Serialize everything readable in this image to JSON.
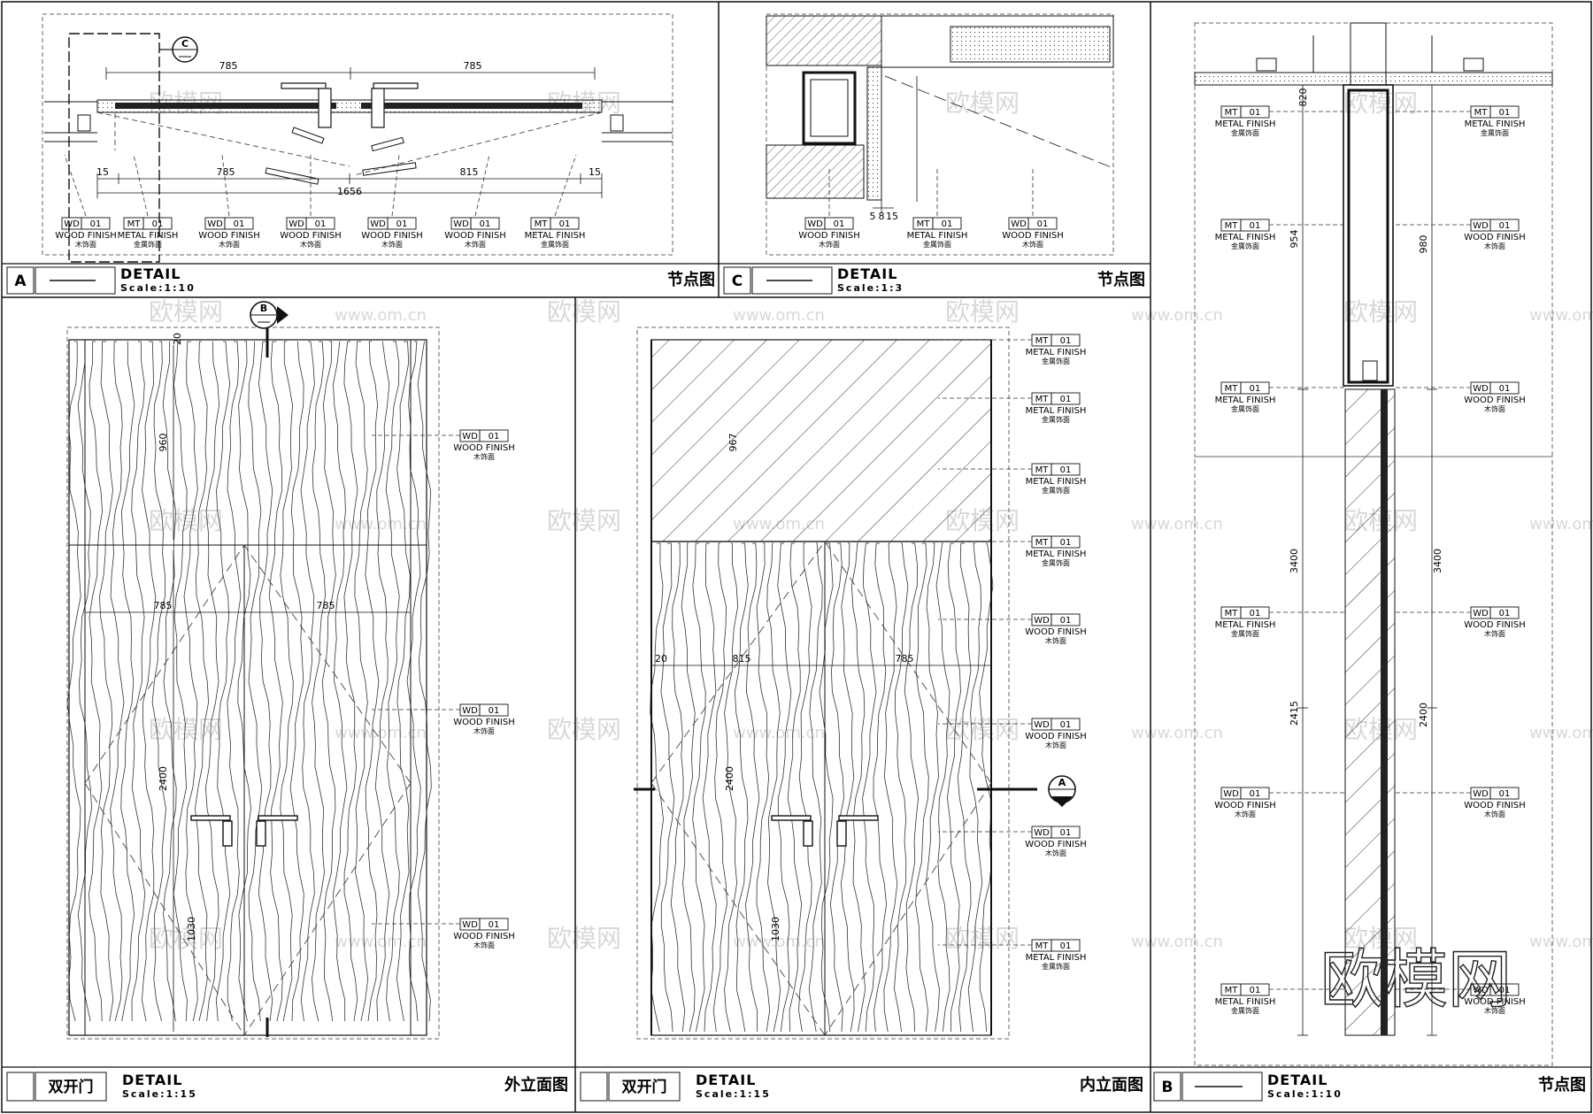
{
  "watermark": {
    "small": "欧模网",
    "url": "www.om.cn",
    "large": "欧模网"
  },
  "panels": {
    "A": {
      "id": "A",
      "title": "DETAIL",
      "scale": "Scale:1:10",
      "label": "节点图",
      "dims": [
        "785",
        "785",
        "785",
        "815",
        "1656",
        "15",
        "15"
      ]
    },
    "C": {
      "id": "C",
      "title": "DETAIL",
      "scale": "Scale:1:3",
      "label": "节点图",
      "dims": [
        "5",
        "8",
        "15"
      ]
    },
    "B": {
      "id": "B",
      "title": "DETAIL",
      "scale": "Scale:1:10",
      "label": "节点图",
      "dims": [
        "820",
        "954",
        "980",
        "3400",
        "3400",
        "2415",
        "2400"
      ]
    },
    "ext": {
      "id": "双开门",
      "title": "DETAIL",
      "scale": "Scale:1:15",
      "label": "外立面图",
      "dims": [
        "20",
        "960",
        "785",
        "785",
        "2400",
        "1030"
      ]
    },
    "int": {
      "id": "双开门",
      "title": "DETAIL",
      "scale": "Scale:1:15",
      "label": "内立面图",
      "dims": [
        "967",
        "20",
        "815",
        "785",
        "2400",
        "1030"
      ]
    }
  },
  "markers": {
    "section_b": "B",
    "section_c": "C",
    "section_a": "A"
  },
  "tags": {
    "wd": {
      "code": "WD",
      "num": "01",
      "en": "WOOD  FINISH",
      "cn": "木饰面"
    },
    "mt": {
      "code": "MT",
      "num": "01",
      "en": "METAL  FINISH",
      "cn": "金属饰面"
    }
  },
  "tag_positions": {
    "a": [
      "wd",
      "mt",
      "wd",
      "wd",
      "wd",
      "wd",
      "mt"
    ],
    "c": [
      "wd",
      "mt",
      "wd"
    ],
    "ext": [
      "wd",
      "wd",
      "wd"
    ],
    "int": [
      "mt",
      "mt",
      "mt",
      "mt",
      "wd",
      "wd",
      "wd",
      "mt"
    ],
    "b_left": [
      "mt",
      "mt",
      "mt",
      "mt",
      "wd",
      "mt"
    ],
    "b_right": [
      "mt",
      "wd",
      "wd",
      "wd",
      "wd",
      "wd"
    ]
  }
}
